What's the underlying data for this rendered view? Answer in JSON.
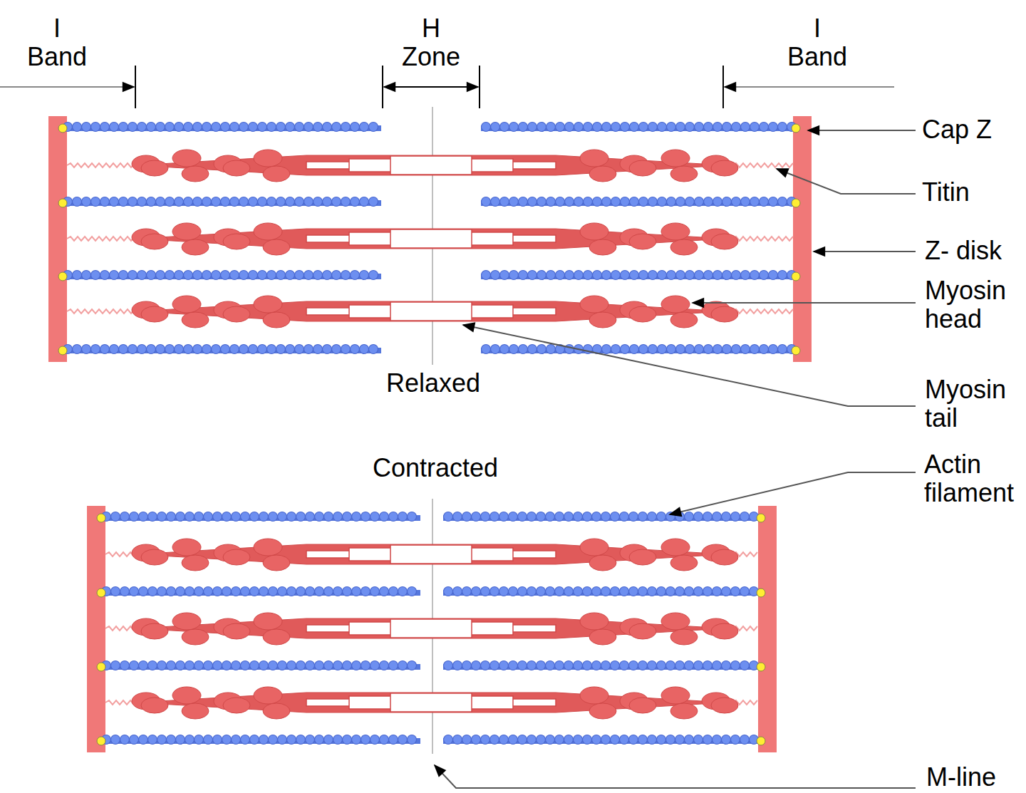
{
  "diagram": {
    "labels": [
      "I Band",
      "H Zone",
      "I Band",
      "Cap Z",
      "Titin",
      "Z- disk",
      "Myosin head",
      "Relaxed",
      "Myosin tail",
      "Contracted",
      "Actin filament",
      "M-line"
    ]
  }
}
